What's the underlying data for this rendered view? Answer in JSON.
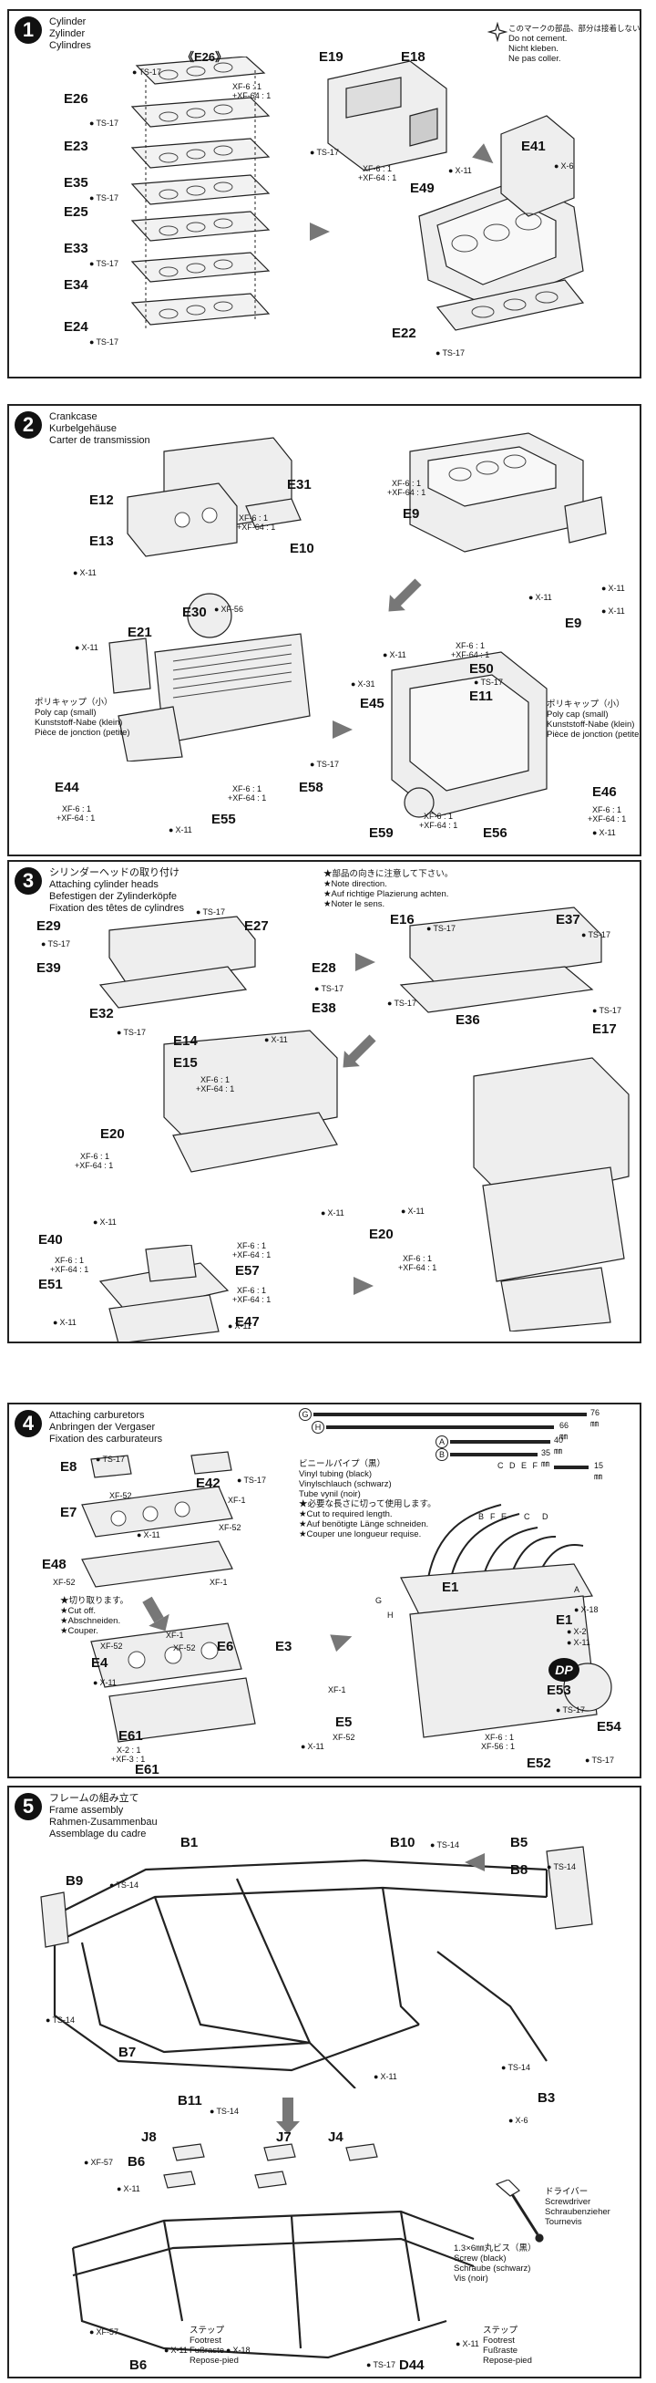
{
  "step1": {
    "number": "1",
    "title_jp": "",
    "title_en": "Cylinder",
    "title_de": "Zylinder",
    "title_fr": "Cylindres",
    "note_jp": "このマークの部品、部分は接着しない。",
    "note_en": "Do not cement.",
    "note_de": "Nicht kleben.",
    "note_fr": "Ne pas coller.",
    "parts": {
      "e26box": "《E26》",
      "e26": "E26",
      "e23": "E23",
      "e35": "E35",
      "e25": "E25",
      "e33": "E33",
      "e34": "E34",
      "e24": "E24",
      "e19": "E19",
      "e18": "E18",
      "e49": "E49",
      "e41": "E41",
      "e22": "E22"
    },
    "labels": {
      "ts17": "TS-17",
      "x11": "X-11",
      "x6": "X-6",
      "xf6": "XF-6 : 1",
      "xf64": "+XF-64 : 1"
    }
  },
  "step2": {
    "number": "2",
    "title_en": "Crankcase",
    "title_de": "Kurbelgehäuse",
    "title_fr": "Carter de transmission",
    "parts": {
      "e12": "E12",
      "e13": "E13",
      "e31": "E31",
      "e10": "E10",
      "e9": "E9",
      "e30": "E30",
      "e21": "E21",
      "e45": "E45",
      "e50": "E50",
      "e11": "E11",
      "e44": "E44",
      "e55": "E55",
      "e58": "E58",
      "e59": "E59",
      "e56": "E56",
      "e46": "E46"
    },
    "labels": {
      "x11": "X-11",
      "x31": "X-31",
      "xf56": "XF-56",
      "ts17": "TS-17",
      "xf6": "XF-6 : 1",
      "xf64": "+XF-64 : 1"
    },
    "polycap_jp": "ポリキャップ（小）",
    "polycap_en": "Poly cap (small)",
    "polycap_de": "Kunststoff-Nabe (klein)",
    "polycap_fr": "Pièce de jonction (petite)"
  },
  "step3": {
    "number": "3",
    "title_jp": "シリンダーヘッドの取り付け",
    "title_en": "Attaching cylinder heads",
    "title_de": "Befestigen der Zylinderköpfe",
    "title_fr": "Fixation des têtes de cylindres",
    "note_jp": "★部品の向きに注意して下さい。",
    "note_en": "★Note direction.",
    "note_de": "★Auf richtige Plazierung achten.",
    "note_fr": "★Noter le sens.",
    "parts": {
      "e29": "E29",
      "e39": "E39",
      "e27": "E27",
      "e28": "E28",
      "e38": "E38",
      "e32": "E32",
      "e16": "E16",
      "e37": "E37",
      "e36": "E36",
      "e17": "E17",
      "e14": "E14",
      "e15": "E15",
      "e20": "E20",
      "e20b": "E20",
      "e40": "E40",
      "e51": "E51",
      "e57": "E57",
      "e47": "E47"
    },
    "labels": {
      "ts17": "TS-17",
      "x11": "X-11",
      "xf6": "XF-6 : 1",
      "xf64": "+XF-64 : 1"
    }
  },
  "step4": {
    "number": "4",
    "title_en": "Attaching carburetors",
    "title_de": "Anbringen der Vergaser",
    "title_fr": "Fixation des carburateurs",
    "tubes": [
      {
        "letter": "G",
        "length": "76㎜"
      },
      {
        "letter": "H",
        "length": "66㎜"
      },
      {
        "letter": "A",
        "length": "40㎜"
      },
      {
        "letter": "B",
        "length": "35㎜"
      },
      {
        "letter": "C D E F",
        "length": "15㎜"
      }
    ],
    "vinyl_jp": "ビニールパイプ（黒）",
    "vinyl_en": "Vinyl tubing (black)",
    "vinyl_de": "Vinylschlauch (schwarz)",
    "vinyl_fr": "Tube vynil (noir)",
    "cut_jp": "★必要な長さに切って使用します。",
    "cut_en": "★Cut to required length.",
    "cut_de": "★Auf benötigte Länge schneiden.",
    "cut_fr": "★Couper une longueur requise.",
    "cutoff_jp": "★切り取ります。",
    "cutoff_en": "★Cut off.",
    "cutoff_de": "★Abschneiden.",
    "cutoff_fr": "★Couper.",
    "parts": {
      "e8": "E8",
      "e42": "E42",
      "e7": "E7",
      "e48": "E48",
      "e4": "E4",
      "e6": "E6",
      "e3": "E3",
      "e5": "E5",
      "e61": "E61",
      "e61b": "E61",
      "e1": "E1",
      "e1b": "E1",
      "e53": "E53",
      "e54": "E54",
      "e52": "E52"
    },
    "labels": {
      "ts17": "TS-17",
      "x11": "X-11",
      "x18": "X-18",
      "x2": "X-2",
      "xf1": "XF-1",
      "xf52": "XF-52",
      "xf56": "XF-56 : 1",
      "xf6": "XF-6 : 1",
      "x2ratio": "X-2 : 1",
      "xf3": "+XF-3 : 1"
    },
    "dp": "DP",
    "tubeletters": {
      "a": "A",
      "b": "B",
      "c": "C",
      "d": "D",
      "e": "E",
      "f": "F",
      "g": "G",
      "h": "H"
    }
  },
  "step5": {
    "number": "5",
    "title_jp": "フレームの組み立て",
    "title_en": "Frame assembly",
    "title_de": "Rahmen-Zusammenbau",
    "title_fr": "Assemblage du cadre",
    "parts": {
      "b1": "B1",
      "b10": "B10",
      "b5": "B5",
      "b8": "B8",
      "b9": "B9",
      "b7": "B7",
      "b11": "B11",
      "b3": "B3",
      "j8": "J8",
      "j7": "J7",
      "j4": "J4",
      "b6": "B6",
      "b6b": "B6",
      "d44": "D44"
    },
    "labels": {
      "ts14": "TS-14",
      "ts17": "TS-17",
      "x11": "X-11",
      "x6": "X-6",
      "x18": "X-18",
      "xf57": "XF-57"
    },
    "driver_jp": "ドライバー",
    "driver_en": "Screwdriver",
    "driver_de": "Schraubenzieher",
    "driver_fr": "Tournevis",
    "screw_jp": "1.3×6㎜丸ビス（黒）",
    "screw_en": "Screw (black)",
    "screw_de": "Schraube (schwarz)",
    "screw_fr": "Vis (noir)",
    "foot_jp": "ステップ",
    "foot_en": "Footrest",
    "foot_de": "Fußraste",
    "foot_fr": "Repose-pied"
  }
}
